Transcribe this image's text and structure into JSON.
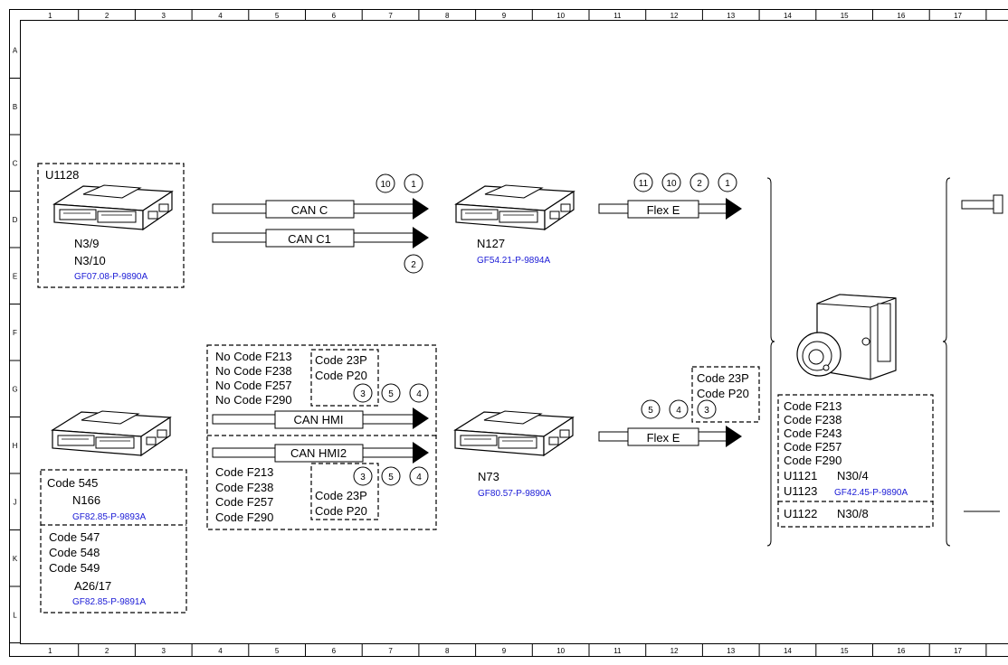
{
  "ruler": {
    "columns": [
      "1",
      "2",
      "3",
      "4",
      "5",
      "6",
      "7",
      "8",
      "9",
      "10",
      "11",
      "12",
      "13",
      "14",
      "15",
      "16",
      "17"
    ],
    "rows": [
      "A",
      "B",
      "C",
      "D",
      "E",
      "F",
      "G",
      "H",
      "J",
      "K",
      "L"
    ]
  },
  "modules": {
    "u1128": {
      "title": "U1128",
      "label1": "N3/9",
      "label2": "N3/10",
      "ref": "GF07.08-P-9890A"
    },
    "n127": {
      "label": "N127",
      "ref": "GF54.21-P-9894A"
    },
    "n73": {
      "label": "N73",
      "ref": "GF80.57-P-9890A"
    },
    "n166_box": {
      "code": "Code 545",
      "label": "N166",
      "ref": "GF82.85-P-9893A"
    },
    "a26_box": {
      "code1": "Code 547",
      "code2": "Code 548",
      "code3": "Code 549",
      "label": "A26/17",
      "ref": "GF82.85-P-9891A"
    },
    "esp_box": {
      "codes": [
        "Code F213",
        "Code F238",
        "Code F243",
        "Code F257",
        "Code F290"
      ],
      "u1121": "U1121",
      "n30_4": "N30/4",
      "u1123": "U1123",
      "ref": "GF42.45-P-9890A",
      "u1122": "U1122",
      "n30_8": "N30/8"
    }
  },
  "buses": {
    "can_c": "CAN C",
    "can_c1": "CAN C1",
    "flex_e_top": "Flex E",
    "can_hmi": "CAN HMI",
    "can_hmi2": "CAN HMI2",
    "flex_e_bottom": "Flex E"
  },
  "hmi_box": {
    "no_codes": [
      "No Code F213",
      "No Code F238",
      "No Code F257",
      "No Code F290"
    ],
    "codes": [
      "Code F213",
      "Code F238",
      "Code F257",
      "Code F290"
    ],
    "code_23p": "Code 23P",
    "code_p20": "Code P20"
  },
  "flex_codes": {
    "code_23p": "Code 23P",
    "code_p20": "Code P20"
  },
  "circles": {
    "can_c": [
      "10",
      "1"
    ],
    "can_c1": [
      "2"
    ],
    "flex_top": [
      "11",
      "10",
      "2",
      "1"
    ],
    "hmi_top": [
      "3",
      "5",
      "4"
    ],
    "hmi_bottom": [
      "3",
      "5",
      "4"
    ],
    "flex_bottom": [
      "5",
      "4",
      "3"
    ]
  }
}
